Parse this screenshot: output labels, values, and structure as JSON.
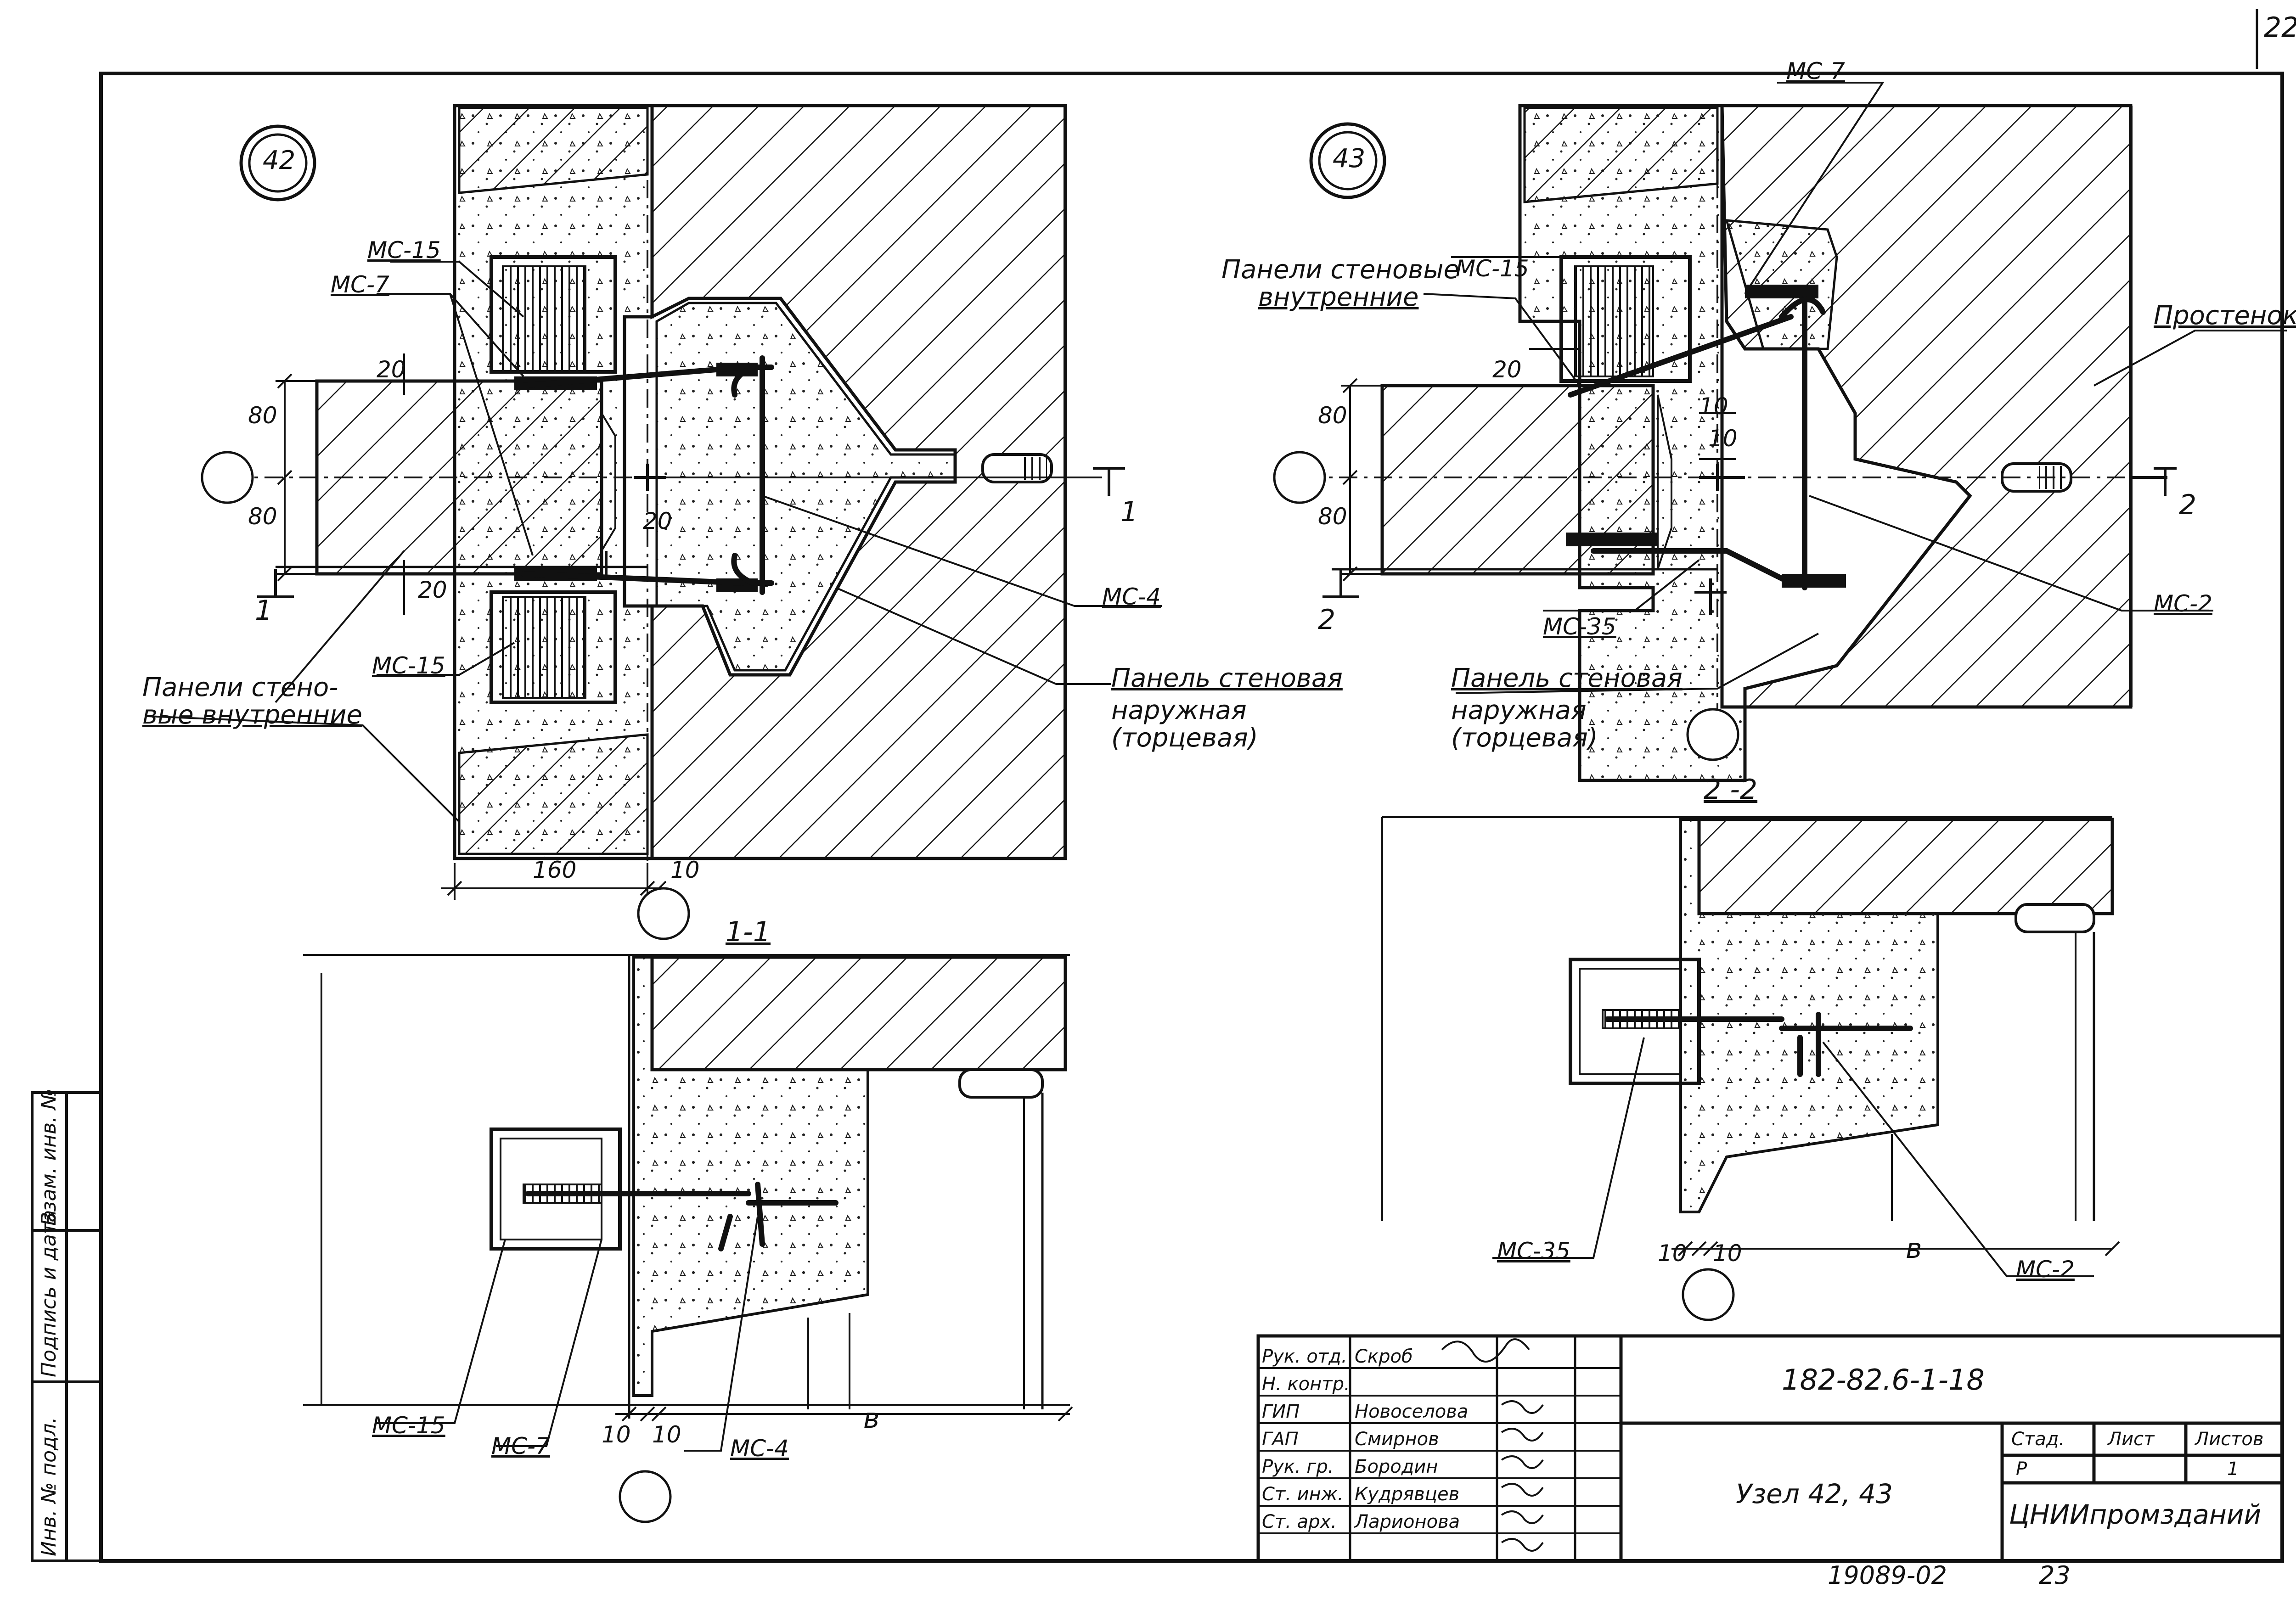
{
  "page_number": "22",
  "node_42": {
    "badge": "42",
    "labels": {
      "mc15_top": "МС-15",
      "mc7": "МС-7",
      "mc15_bottom": "МС-15",
      "mc4": "МС-4",
      "panels_inner_1": "Панели стено-",
      "panels_inner_2": "вые внутренние",
      "panel_outer_1": "Панель стеновая",
      "panel_outer_2": "наружная",
      "panel_outer_3": "(торцевая)",
      "section_mark": "1",
      "section_mark_left": "1"
    },
    "dims": {
      "d20a": "20",
      "d80a": "80",
      "d80b": "80",
      "d20b": "20",
      "d20c": "20",
      "d160": "160",
      "d10": "10"
    }
  },
  "node_43": {
    "badge": "43",
    "labels": {
      "mc7": "МС-7",
      "panels_inner_1": "Панели стеновые",
      "panels_inner_2": "внутренние",
      "mc15": "МС-15",
      "prostenok": "Простенок",
      "mc35": "МС-35",
      "mc2": "МС-2",
      "panel_outer_1": "Панель стеновая",
      "panel_outer_2": "наружная",
      "panel_outer_3": "(торцевая)",
      "section_mark": "2",
      "section_mark_left": "2"
    },
    "dims": {
      "d20": "20",
      "d80a": "80",
      "d80b": "80",
      "d10a": "10",
      "d10b": "10"
    }
  },
  "section_1_1": {
    "title": "1-1",
    "labels": {
      "mc15": "МС-15",
      "mc7": "МС-7",
      "mc4": "МС-4"
    },
    "dims": {
      "d10a": "10",
      "d10b": "10",
      "dv": "в"
    }
  },
  "section_2_2": {
    "title": "2 -2",
    "labels": {
      "mc35": "МС-35",
      "mc2": "МС-2"
    },
    "dims": {
      "d10a": "10",
      "d10b": "10",
      "dv": "в"
    }
  },
  "side_stamp": {
    "inv_podl": "Инв. № подл.",
    "podpis_data": "Подпись и дата",
    "vzam_inv": "Взам. инв. №"
  },
  "title_block": {
    "roles": [
      "Рук. отд.",
      "Н. контр.",
      "ГИП",
      "ГАП",
      "Рук. гр.",
      "Ст. инж.",
      "Ст. арх."
    ],
    "names": [
      "Скроб",
      "",
      "Новоселова",
      "Смирнов",
      "Бородин",
      "Кудрявцев",
      "Ларионова"
    ],
    "doc_code": "182-82.6-1-18",
    "title": "Узел 42, 43",
    "stage_header": "Стад.",
    "sheet_header": "Лист",
    "sheets_header": "Листов",
    "stage": "Р",
    "sheets": "1",
    "org": "ЦНИИпромзданий"
  },
  "footer": {
    "inv_number": "19089-02",
    "page": "23"
  }
}
